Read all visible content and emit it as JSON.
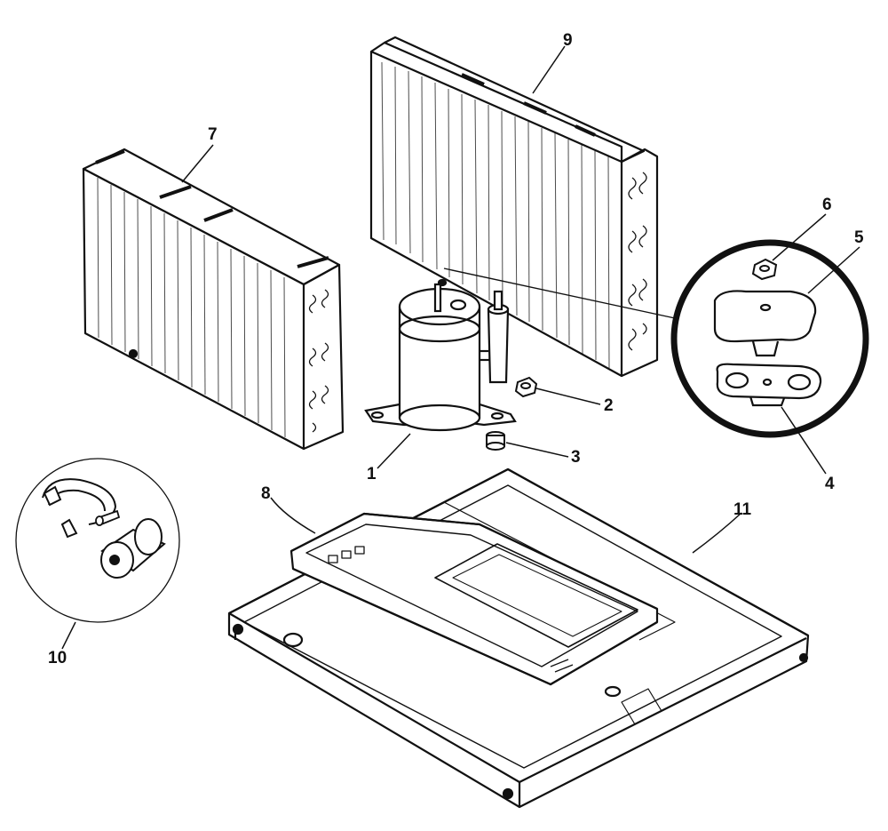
{
  "diagram": {
    "callouts": [
      {
        "id": "c1",
        "label": "1"
      },
      {
        "id": "c2",
        "label": "2"
      },
      {
        "id": "c3",
        "label": "3"
      },
      {
        "id": "c4",
        "label": "4"
      },
      {
        "id": "c5",
        "label": "5"
      },
      {
        "id": "c6",
        "label": "6"
      },
      {
        "id": "c7",
        "label": "7"
      },
      {
        "id": "c8",
        "label": "8"
      },
      {
        "id": "c9",
        "label": "9"
      },
      {
        "id": "c10",
        "label": "10"
      },
      {
        "id": "c11",
        "label": "11"
      }
    ]
  },
  "colors": {
    "ink": "#111111",
    "paper": "#ffffff"
  }
}
